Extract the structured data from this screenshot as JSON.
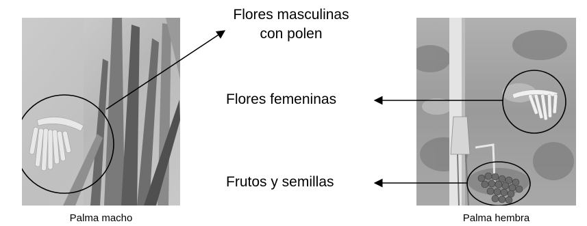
{
  "callouts": {
    "male_flowers": {
      "line1": "Flores masculinas",
      "line2": "con polen"
    },
    "female_flowers": "Flores femeninas",
    "fruits_seeds": "Frutos y semillas"
  },
  "captions": {
    "left": "Palma macho",
    "right": "Palma hembra"
  },
  "colors": {
    "photo_background": "#bdbdbd",
    "annotation_stroke": "#000000"
  }
}
